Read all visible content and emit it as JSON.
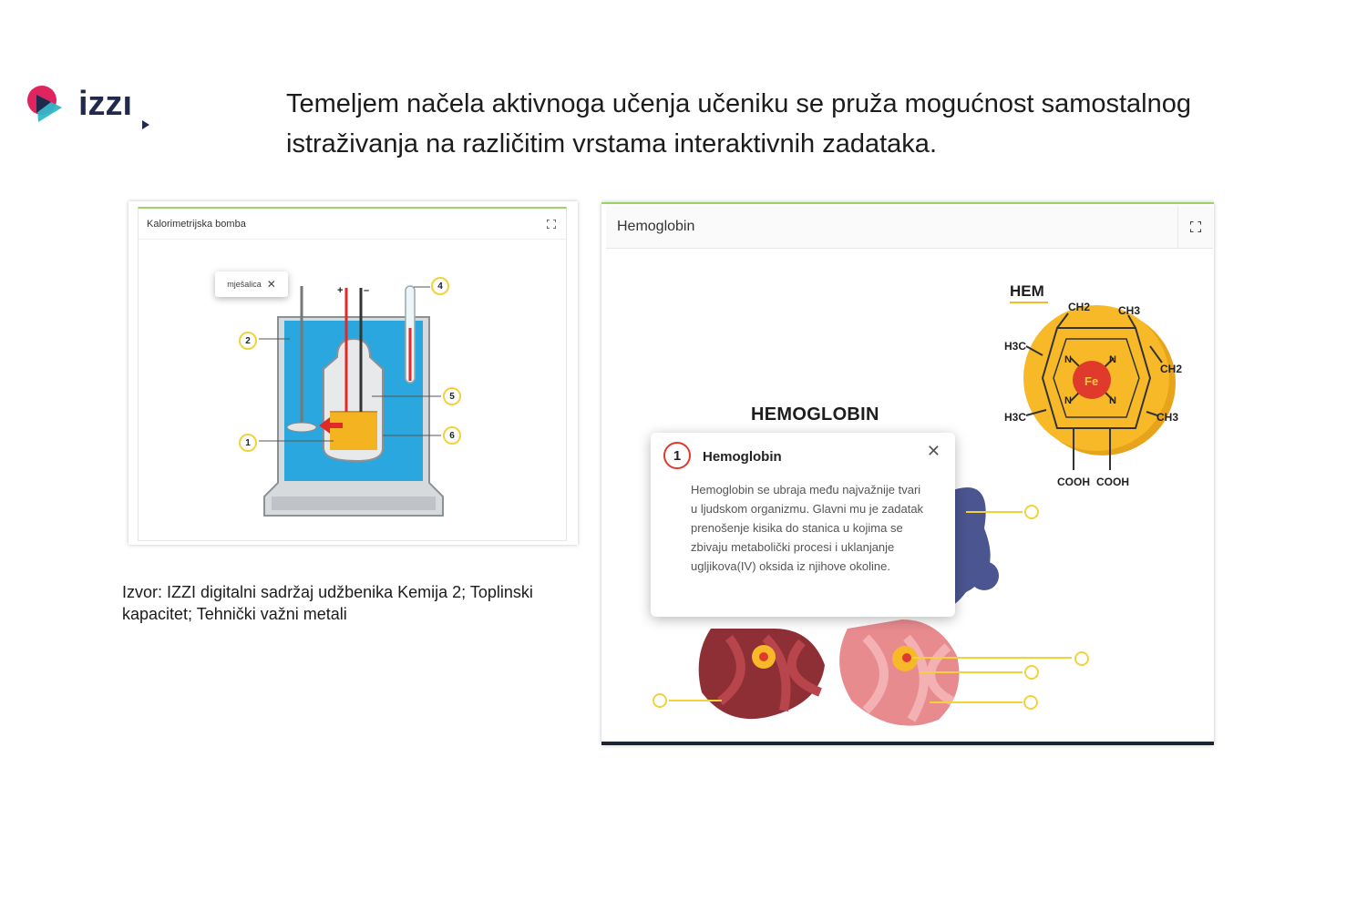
{
  "brand": {
    "logo_text": "izzı"
  },
  "headline": "Temeljem načela aktivnoga učenja učeniku se pruža mogućnost samostalnog istraživanja na različitim vrstama interaktivnih zadataka.",
  "left_panel": {
    "title": "Kalorimetrijska bomba",
    "tooltip": {
      "label": "mješalica"
    },
    "markers": [
      "1",
      "2",
      "4",
      "5",
      "6"
    ],
    "electrode_signs": [
      "+",
      "–"
    ]
  },
  "right_panel": {
    "title": "Hemoglobin",
    "diagram_title": "HEMOGLOBIN",
    "heme": {
      "title": "HEM",
      "center": "Fe",
      "n_labels": [
        "N",
        "N",
        "N",
        "N"
      ],
      "groups": [
        "CH2",
        "CH3",
        "H3C",
        "CH2",
        "H3C",
        "CH3",
        "COOH",
        "COOH"
      ]
    },
    "popup": {
      "number": "1",
      "title": "Hemoglobin",
      "text": "Hemoglobin se ubraja među najvažnije tvari u ljudskom organizmu. Glavni mu je zadatak prenošenje kisika do stanica u kojima se zbivaju metabolički procesi i uklanjanje ugljikova(IV) oksida iz njihove okoline."
    }
  },
  "caption": "Izvor: IZZI digitalni sadržaj udžbenika Kemija 2; Toplinski kapacitet; Tehnički važni metali",
  "colors": {
    "accent_green": "#9bd36a",
    "marker_yellow": "#f2d23b",
    "water_blue": "#2aa7de",
    "popup_red": "#e03a2c",
    "heme_orange": "#f7b928"
  }
}
